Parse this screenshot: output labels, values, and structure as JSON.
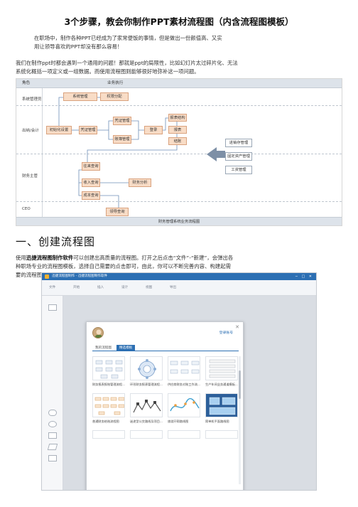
{
  "title": "3个步骤，教会你制作PPT素材流程图（内含流程图模板）",
  "intro_lines": [
    "在职场中，制作各种PPT已经成为了家常便饭的事情，但是做出一份颜值高、又实",
    "用让领导喜欢的PPT却没有那么容易！"
  ],
  "para1_lines": [
    "我们在制作ppt时都会遇到一个通用的问题！那就是ppt的局限性，比如幻灯片太过碎片化、无法",
    "系统化概括一项定义或一组数据。而使用流程图则能够很好地弥补这一项问题。"
  ],
  "flowchart": {
    "header_left": "角色",
    "header_right": "业务执行",
    "lanes": [
      "系统管理员",
      "出纳/会计",
      "财务主管",
      "CEO"
    ],
    "boxes": {
      "system_mgmt": "系统管理",
      "permission": "权限分配",
      "init_setup": "初始化设置",
      "voucher_mgmt": "凭证管理",
      "voucher_query": "凭证管理",
      "account_mgmt": "账簿管理",
      "posting": "登录",
      "report_struct": "报表结构",
      "report": "报表",
      "closing": "结账",
      "general_query": "往来查询",
      "income_query": "收入查询",
      "expense_query": "成本查询",
      "financial_analysis": "财务分析",
      "leader_review": "领导查询"
    },
    "side_boxes": [
      "进销存管理",
      "固定资产管理",
      "工资管理"
    ],
    "footer": "财务管理系统业务流程图"
  },
  "section_heading": "一、创建流程图",
  "para2": {
    "prefix": "使用",
    "bold": "迅捷流程图制作软件",
    "rest_line1": "可以创建出高质量的流程图。打开之后点击“文件”-“新建”，会弹出各",
    "line2": "种职场专业的流程图模板，选择自己需要的点击即可，由此，你可以不断完善内容、构建起需",
    "line3": "要的流程图。"
  },
  "app": {
    "window_title": "迅捷流程图制作 - 迅捷流程图制作软件",
    "toolbar_items": [
      "文件",
      "开始",
      "插入",
      "设计",
      "视图",
      "导出"
    ],
    "login_link": "登录账号",
    "tabs": [
      "我的流程图",
      "精选模板"
    ],
    "active_tab": "精选模板",
    "cards": [
      "财务报表报账管理流程...",
      "环形财务报表管理流程...",
      "供应商财务对账工作流...",
      "生产年间业务通道模板...",
      "普通财务结账流程图",
      "迷途型公交路线及项目...",
      "旅游开帮路线图",
      "简单机平面路线图"
    ]
  }
}
